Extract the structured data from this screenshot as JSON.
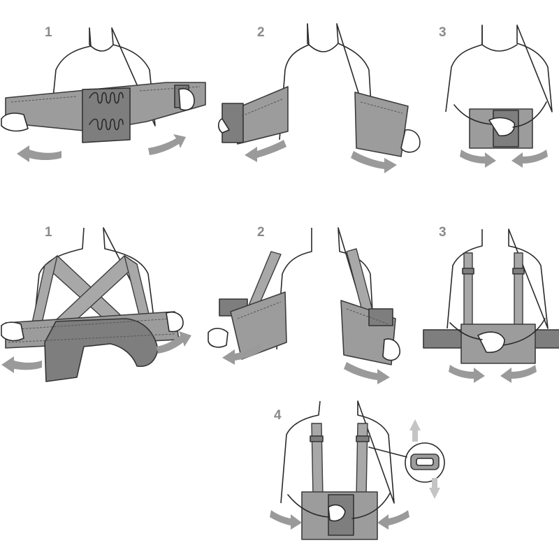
{
  "steps": {
    "row1": [
      "1",
      "2",
      "3"
    ],
    "row2": [
      "1",
      "2",
      "3",
      "4"
    ]
  },
  "colors": {
    "belt": "#9c9c9c",
    "arrow": "#9a9a9a",
    "outline": "#2a2a2a",
    "number": "#8a8a8a"
  }
}
